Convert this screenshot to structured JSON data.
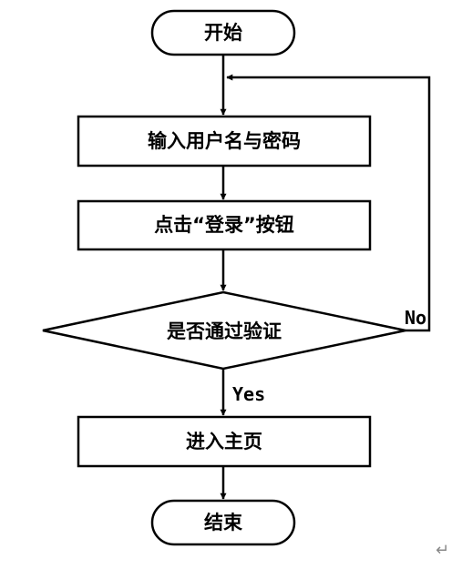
{
  "diagram": {
    "type": "flowchart",
    "nodes": {
      "start": "开始",
      "input": "输入用户名与密码",
      "click_login": "点击“登录”按钮",
      "verify": "是否通过验证",
      "home": "进入主页",
      "end": "结束"
    },
    "edges": {
      "verify_yes": "Yes",
      "verify_no": "No"
    },
    "paragraph_mark": "↵",
    "colors": {
      "stroke": "#000000",
      "fill": "#ffffff",
      "paragraph_mark": "#888888"
    }
  }
}
